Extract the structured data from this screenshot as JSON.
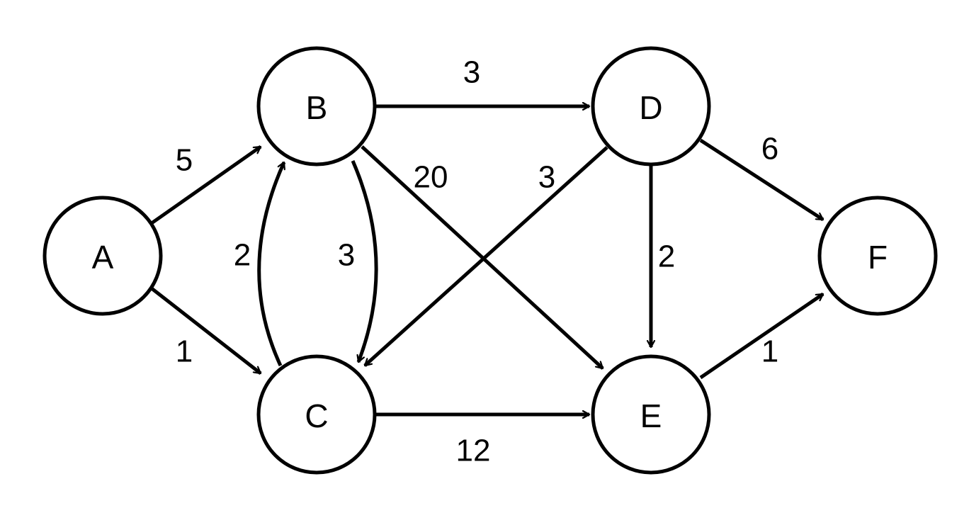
{
  "colors": {
    "stroke": "#000000",
    "background": "#ffffff"
  },
  "nodes": [
    {
      "id": "A",
      "label": "A"
    },
    {
      "id": "B",
      "label": "B"
    },
    {
      "id": "C",
      "label": "C"
    },
    {
      "id": "D",
      "label": "D"
    },
    {
      "id": "E",
      "label": "E"
    },
    {
      "id": "F",
      "label": "F"
    }
  ],
  "edges": [
    {
      "from": "A",
      "to": "B",
      "weight": "5"
    },
    {
      "from": "A",
      "to": "C",
      "weight": "1"
    },
    {
      "from": "C",
      "to": "B",
      "weight": "2"
    },
    {
      "from": "B",
      "to": "C",
      "weight": "3"
    },
    {
      "from": "B",
      "to": "D",
      "weight": "3"
    },
    {
      "from": "B",
      "to": "E",
      "weight": "20"
    },
    {
      "from": "D",
      "to": "C",
      "weight": "3"
    },
    {
      "from": "D",
      "to": "E",
      "weight": "2"
    },
    {
      "from": "D",
      "to": "F",
      "weight": "6"
    },
    {
      "from": "C",
      "to": "E",
      "weight": "12"
    },
    {
      "from": "E",
      "to": "F",
      "weight": "1"
    }
  ]
}
